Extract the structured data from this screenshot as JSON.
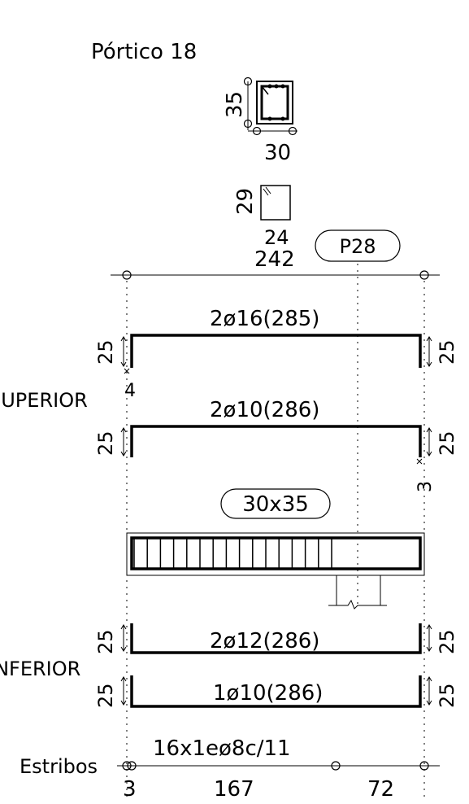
{
  "title": "Pórtico 18",
  "section": {
    "height_label": "35",
    "width_label": "30"
  },
  "small_section": {
    "height_label": "29",
    "width_label": "24"
  },
  "span": {
    "length_label": "242",
    "column_tag": "P28"
  },
  "superior": {
    "label": "SUPERIOR",
    "bar1": {
      "label": "2ø16(285)",
      "left_hook": "25",
      "right_hook": "25",
      "left_anchor": "4"
    },
    "bar2": {
      "label": "2ø10(286)",
      "left_hook": "25",
      "right_hook": "25",
      "right_anchor": "3"
    }
  },
  "beam": {
    "size_tag": "30x35"
  },
  "inferior": {
    "label": "INFERIOR",
    "bar1": {
      "label": "2ø12(286)",
      "left_hook": "25",
      "right_hook": "25"
    },
    "bar2": {
      "label": "1ø10(286)",
      "left_hook": "25",
      "right_hook": "25"
    }
  },
  "stirrups": {
    "label": "Estribos",
    "spec": "16x1eø8c/11",
    "dim_left": "3",
    "dim_middle": "167",
    "dim_right": "72"
  },
  "colors": {
    "ink": "#000000",
    "background": "#ffffff"
  }
}
